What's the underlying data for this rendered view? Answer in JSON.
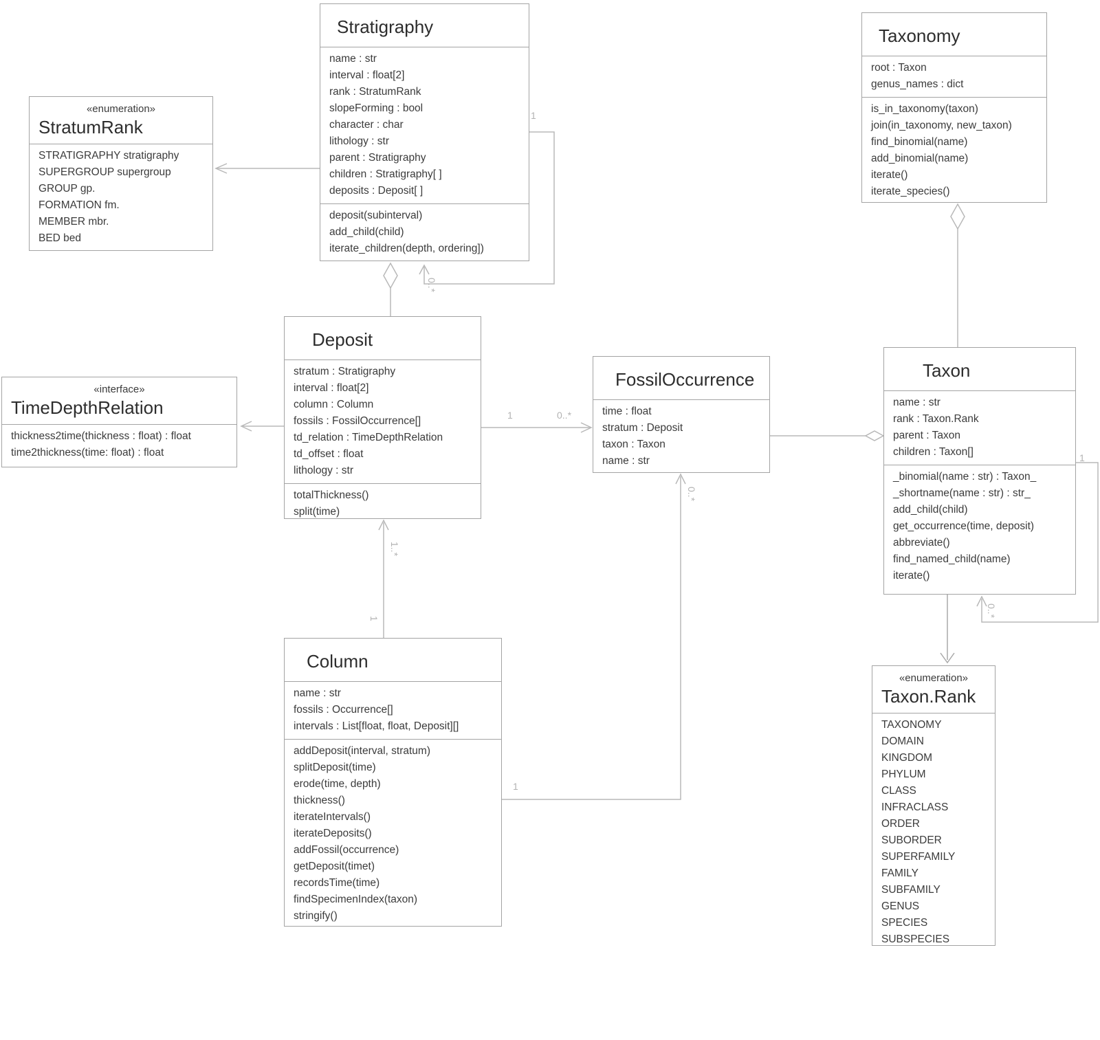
{
  "classes": {
    "stratigraphy": {
      "title": "Stratigraphy",
      "attributes": [
        "name : str",
        "interval : float[2]",
        "rank : StratumRank",
        "slopeForming : bool",
        "character : char",
        "lithology : str",
        "parent : Stratigraphy",
        "children : Stratigraphy[ ]",
        "deposits : Deposit[ ]"
      ],
      "methods": [
        "deposit(subinterval)",
        "add_child(child)",
        "iterate_children(depth, ordering])"
      ]
    },
    "stratum_rank": {
      "stereotype": "«enumeration»",
      "title": "StratumRank",
      "values": [
        "STRATIGRAPHY stratigraphy",
        "SUPERGROUP supergroup",
        "GROUP gp.",
        "FORMATION fm.",
        "MEMBER mbr.",
        "BED bed"
      ]
    },
    "taxonomy": {
      "title": "Taxonomy",
      "attributes": [
        "root : Taxon",
        "genus_names : dict"
      ],
      "methods": [
        "is_in_taxonomy(taxon)",
        "join(in_taxonomy, new_taxon)",
        "find_binomial(name)",
        "add_binomial(name)",
        "iterate()",
        "iterate_species()"
      ]
    },
    "deposit": {
      "title": "Deposit",
      "attributes": [
        "stratum : Stratigraphy",
        "interval : float[2]",
        "column : Column",
        "fossils : FossilOccurrence[]",
        "td_relation : TimeDepthRelation",
        "td_offset : float",
        "lithology : str"
      ],
      "methods": [
        "totalThickness()",
        "split(time)"
      ]
    },
    "time_depth_relation": {
      "stereotype": "«interface»",
      "title": "TimeDepthRelation",
      "methods": [
        "thickness2time(thickness : float) : float",
        "time2thickness(time: float) : float"
      ]
    },
    "fossil_occurrence": {
      "title": "FossilOccurrence",
      "attributes": [
        "time : float",
        "stratum : Deposit",
        "taxon : Taxon",
        "name : str"
      ]
    },
    "taxon": {
      "title": "Taxon",
      "attributes": [
        "name : str",
        "rank : Taxon.Rank",
        "parent : Taxon",
        "children : Taxon[]"
      ],
      "methods": [
        "_binomial(name : str) : Taxon_",
        "_shortname(name : str) : str_",
        "add_child(child)",
        "get_occurrence(time, deposit)",
        "abbreviate()",
        "find_named_child(name)",
        "iterate()"
      ]
    },
    "column": {
      "title": "Column",
      "attributes": [
        "name : str",
        "fossils : Occurrence[]",
        "intervals : List[float, float, Deposit][]"
      ],
      "methods": [
        "addDeposit(interval, stratum)",
        "splitDeposit(time)",
        "erode(time, depth)",
        "thickness()",
        "iterateIntervals()",
        "iterateDeposits()",
        "addFossil(occurrence)",
        "getDeposit(timet)",
        "recordsTime(time)",
        "findSpecimenIndex(taxon)",
        "stringify()"
      ]
    },
    "taxon_rank": {
      "stereotype": "«enumeration»",
      "title": "Taxon.Rank",
      "values": [
        "TAXONOMY",
        "DOMAIN",
        "KINGDOM",
        "PHYLUM",
        "CLASS",
        "INFRACLASS",
        "ORDER",
        "SUBORDER",
        "SUPERFAMILY",
        "FAMILY",
        "SUBFAMILY",
        "GENUS",
        "SPECIES",
        "SUBSPECIES"
      ]
    }
  },
  "labels": {
    "strat_self_one": "1",
    "strat_self_many": "0..*",
    "dep_fo_one": "1",
    "dep_fo_many": "0..*",
    "col_fo_one": "1",
    "col_fo_many": "0..*",
    "col_dep_many": "1..*",
    "col_dep_one": "1",
    "taxon_self_one": "1",
    "taxon_self_many": "0..*"
  },
  "colors": {
    "line": "#b8b8b8",
    "border": "#a3a3a3",
    "text": "#3b3b3b"
  }
}
